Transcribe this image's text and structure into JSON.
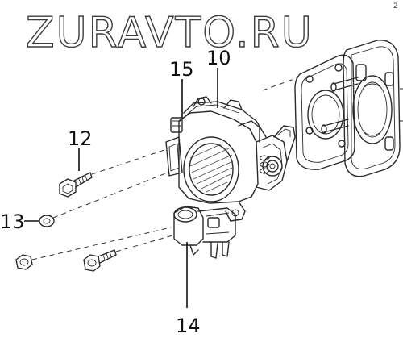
{
  "watermark": "ZURAVTO.RU",
  "corner_mark": "2",
  "callouts": {
    "c10": "10",
    "c12": "12",
    "c13": "13",
    "c14": "14",
    "c15": "15"
  }
}
